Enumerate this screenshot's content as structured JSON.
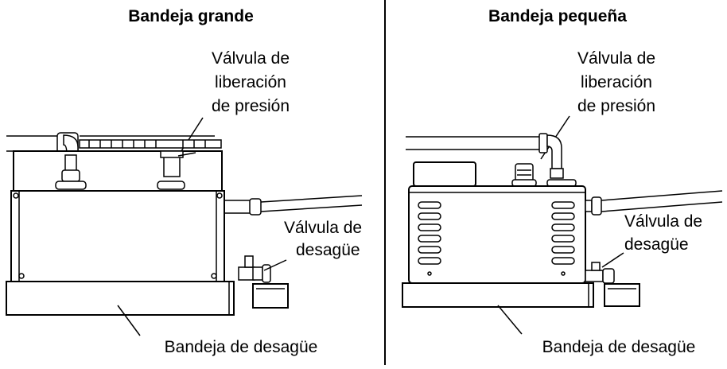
{
  "left_panel": {
    "title": "Bandeja grande",
    "pressure_valve_label": [
      "Válvula de",
      "liberación",
      "de presión"
    ],
    "drain_valve_label": [
      "Válvula de",
      "desagüe"
    ],
    "drain_tray_label": "Bandeja de desagüe"
  },
  "right_panel": {
    "title": "Bandeja pequeña",
    "pressure_valve_label": [
      "Válvula de",
      "liberación",
      "de presión"
    ],
    "drain_valve_label": [
      "Válvula de",
      "desagüe"
    ],
    "drain_tray_label": "Bandeja de desagüe"
  }
}
